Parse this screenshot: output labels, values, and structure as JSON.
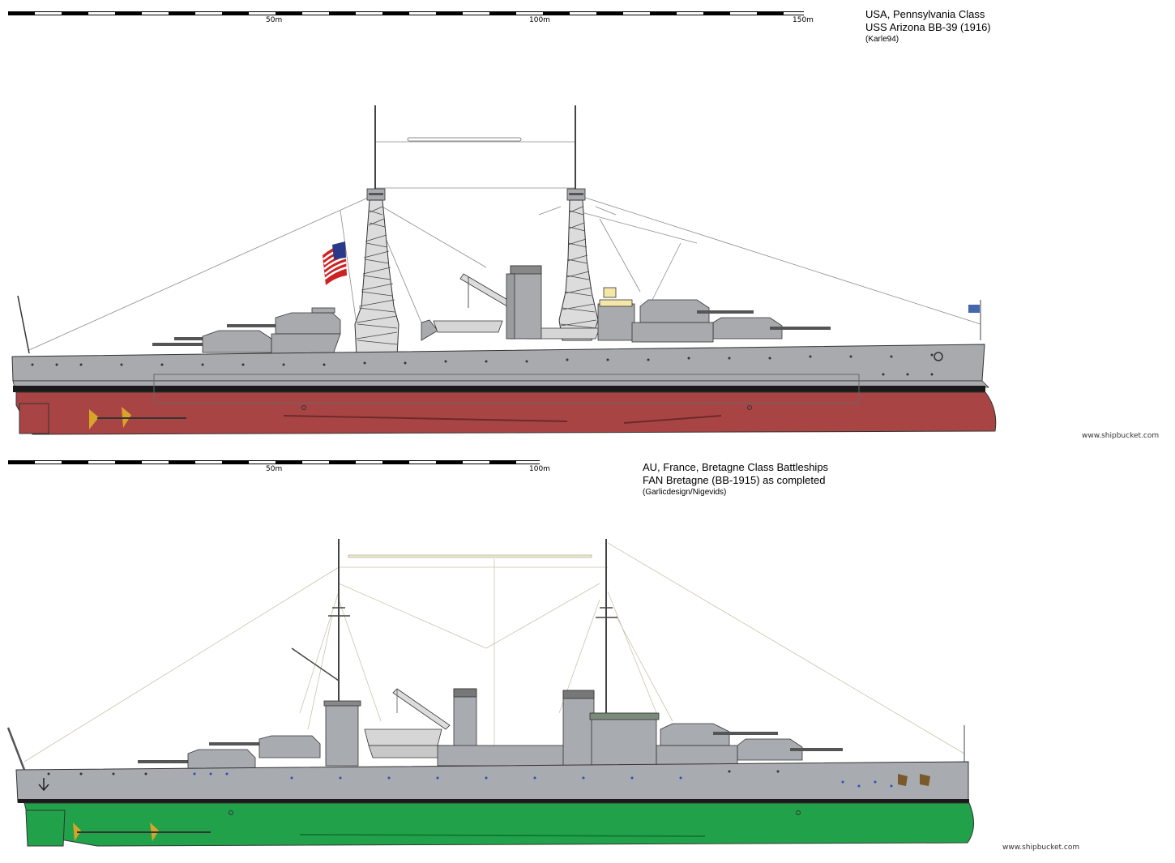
{
  "top": {
    "scale": {
      "ticks": [
        "50m",
        "100m",
        "150m"
      ]
    },
    "caption": {
      "line1": "USA, Pennsylvania Class",
      "line2": "USS Arizona BB-39 (1916)",
      "line3": "(Karle94)"
    },
    "watermark": "www.shipbucket.com",
    "colors": {
      "hull_upper": "#a8aaad",
      "hull_lower": "#a84444",
      "boot": "#1a1a1a"
    }
  },
  "bottom": {
    "scale": {
      "ticks": [
        "50m",
        "100m"
      ]
    },
    "caption": {
      "line1": "AU, France, Bretagne Class Battleships",
      "line2": "FAN Bretagne (BB-1915) as completed",
      "line3": "(Garlicdesign/Nigevids)"
    },
    "watermark": "www.shipbucket.com",
    "colors": {
      "hull_upper": "#a8abb0",
      "hull_lower": "#21a24a",
      "boot": "#1a1a1a"
    }
  }
}
